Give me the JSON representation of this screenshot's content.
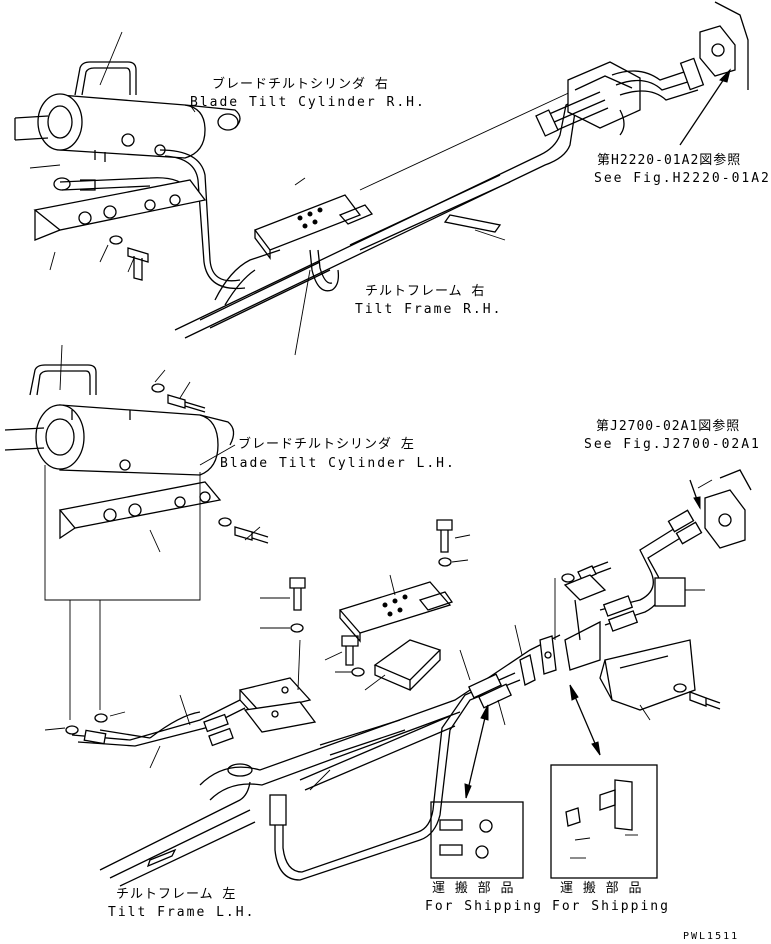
{
  "labels": {
    "cyl_rh_jp": "ブレードチルトシリンダ 右",
    "cyl_rh_en": "Blade Tilt Cylinder R.H.",
    "ref_rh_jp": "第H2220-01A2図参照",
    "ref_rh_en": "See Fig.H2220-01A2",
    "frame_rh_jp": "チルトフレーム 右",
    "frame_rh_en": "Tilt Frame R.H.",
    "cyl_lh_jp": "ブレードチルトシリンダ 左",
    "cyl_lh_en": "Blade Tilt Cylinder L.H.",
    "ref_lh_jp": "第J2700-02A1図参照",
    "ref_lh_en": "See Fig.J2700-02A1",
    "frame_lh_jp": "チルトフレーム 左",
    "frame_lh_en": "Tilt Frame L.H.",
    "ship1_jp": "運 搬 部 品",
    "ship1_en": "For Shipping",
    "ship2_jp": "運 搬 部 品",
    "ship2_en": "For Shipping",
    "drawing_code": "PWL1511"
  }
}
